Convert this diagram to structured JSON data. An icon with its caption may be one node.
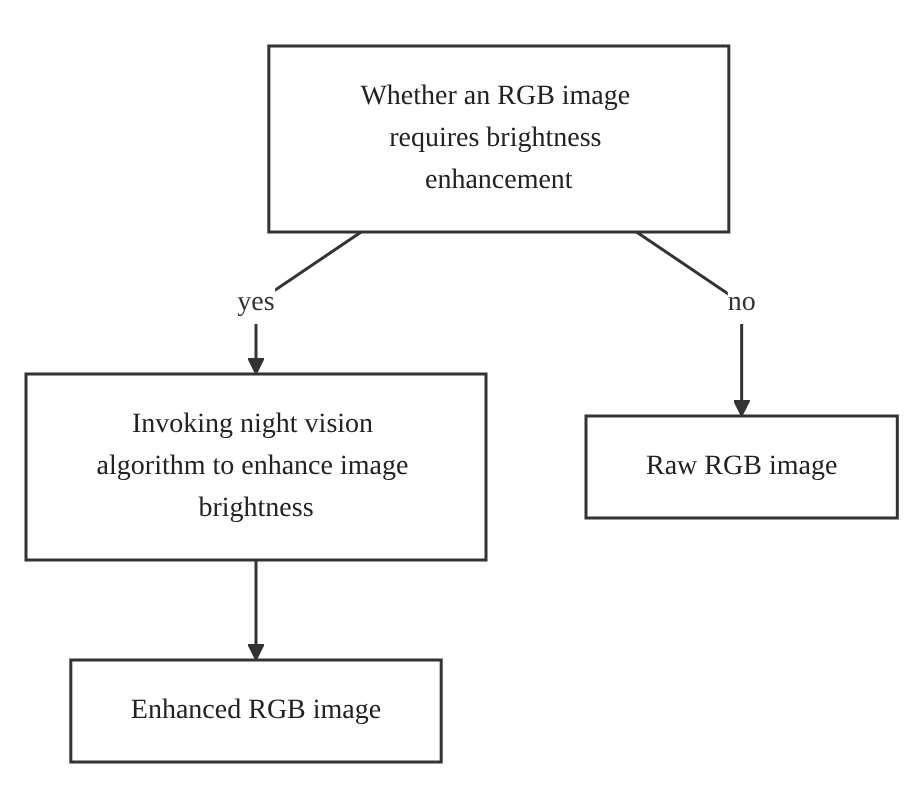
{
  "diagram": {
    "nodes": [
      {
        "text": [
          "Whether an RGB image requires brightness enhancement"
        ]
      },
      {
        "text": [
          "Invoking night vision algorithm to enhance image brightness"
        ]
      },
      {
        "text": [
          "Raw RGB image"
        ]
      },
      {
        "text": [
          "Enhanced RGB image"
        ]
      }
    ],
    "edges": [
      {
        "from": 0,
        "to": 1,
        "arrow": "to",
        "label": "yes"
      },
      {
        "from": 0,
        "to": 2,
        "arrow": "to",
        "label": "no"
      },
      {
        "from": 1,
        "to": 3,
        "arrow": "to"
      }
    ]
  }
}
